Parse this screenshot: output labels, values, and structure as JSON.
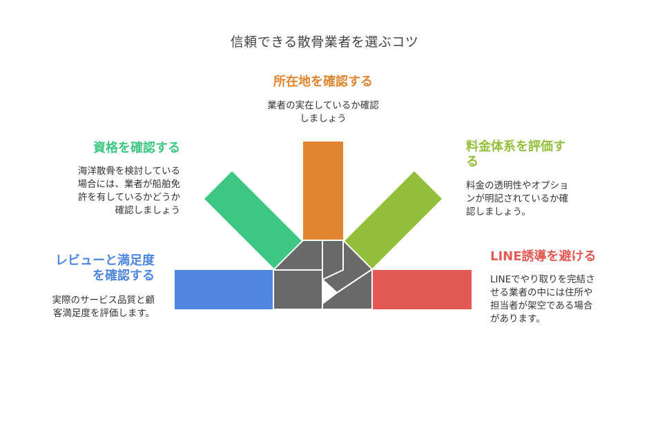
{
  "title": "信頼できる散骨業者を選ぶコツ",
  "colors": {
    "center": "#696969",
    "center_stroke": "#ffffff",
    "review": "#4f87e0",
    "qualification": "#3ec783",
    "location": "#e08530",
    "pricing": "#93bf3c",
    "line": "#e35a55"
  },
  "items": {
    "review": {
      "heading": [
        "レビューと満足度",
        "を確認する"
      ],
      "desc": [
        "実際のサービス品質と顧",
        "客満足度を評価します。"
      ]
    },
    "qualification": {
      "heading": [
        "資格を確認する"
      ],
      "desc": [
        "海洋散骨を検討している",
        "場合には、業者が船舶免",
        "許を有しているかどうか",
        "確認しましょう"
      ]
    },
    "location": {
      "heading": [
        "所在地を確認する"
      ],
      "desc": [
        "業者の実在しているか確認",
        "しましょう"
      ]
    },
    "pricing": {
      "heading": [
        "料金体系を評価す",
        "る"
      ],
      "desc": [
        "料金の透明性やオプショ",
        "ンが明記されているか確",
        "認しましょう。"
      ]
    },
    "line": {
      "heading": [
        "LINE誘導を避ける"
      ],
      "desc": [
        "LINEでやり取りを完結さ",
        "せる業者の中には住所や",
        "担当者が架空である場合",
        "があります。"
      ]
    }
  }
}
